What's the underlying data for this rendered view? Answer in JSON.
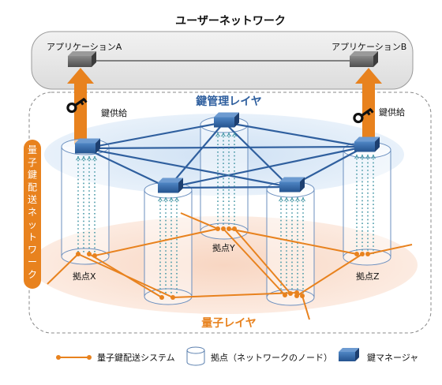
{
  "title": "ユーザーネットワーク",
  "apps": {
    "a": "アプリケーションA",
    "b": "アプリケーションB"
  },
  "key_supply": "鍵供給",
  "key_management_layer": "鍵管理レイヤ",
  "quantum_layer": "量子レイヤ",
  "side_label": "量子鍵配送ネットワーク",
  "nodes": {
    "x": "拠点X",
    "y": "拠点Y",
    "z": "拠点Z"
  },
  "legend": {
    "qkd": "量子鍵配送システム",
    "node": "拠点（ネットワークのノード）",
    "km": "鍵マネージャ"
  },
  "colors": {
    "orange": "#e8821e",
    "blue_dark": "#2f5f9e",
    "key_layer_fill": "#dceaf7",
    "quantum_layer_fill": "#fbe6d9",
    "teal": "#4a9aa8"
  }
}
